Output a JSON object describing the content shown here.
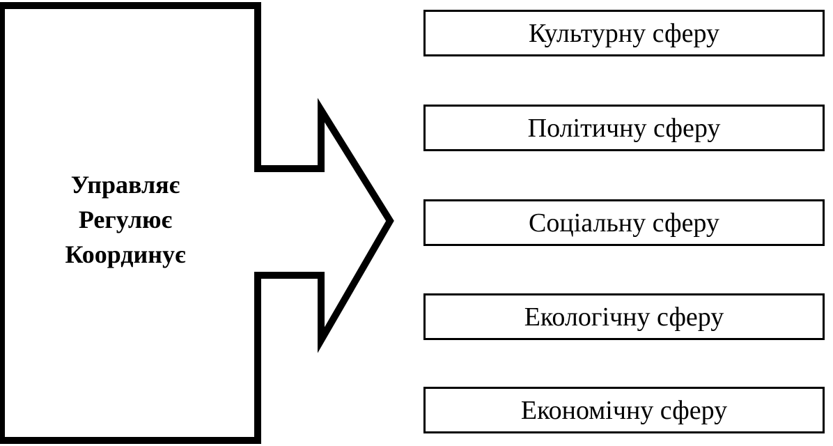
{
  "source": {
    "actions": [
      "Управляє",
      "Регулює",
      "Координує"
    ]
  },
  "spheres": [
    "Культурну сферу",
    "Політичну сферу",
    "Соціальну сферу",
    "Екологічну сферу",
    "Економічну сферу"
  ],
  "colors": {
    "stroke": "#000000",
    "background": "#ffffff"
  }
}
